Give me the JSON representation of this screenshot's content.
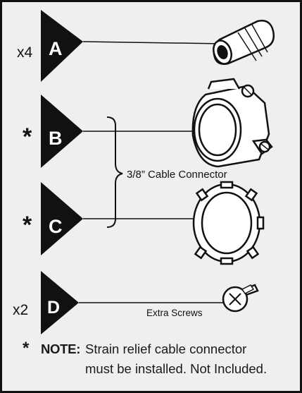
{
  "parts": [
    {
      "letter": "A",
      "qty": "x4",
      "marker": ""
    },
    {
      "letter": "B",
      "qty": "",
      "marker": "*"
    },
    {
      "letter": "C",
      "qty": "",
      "marker": "*"
    },
    {
      "letter": "D",
      "qty": "x2",
      "marker": ""
    }
  ],
  "labels": {
    "cable_connector": "3/8” Cable Connector",
    "extra_screws": "Extra Screws"
  },
  "note": {
    "star": "*",
    "keyword": "NOTE:",
    "line1": "Strain relief cable connector",
    "line2": "must be installed. Not Included."
  },
  "colors": {
    "background": "#efefef",
    "frame": "#111111",
    "ink": "#111111"
  }
}
